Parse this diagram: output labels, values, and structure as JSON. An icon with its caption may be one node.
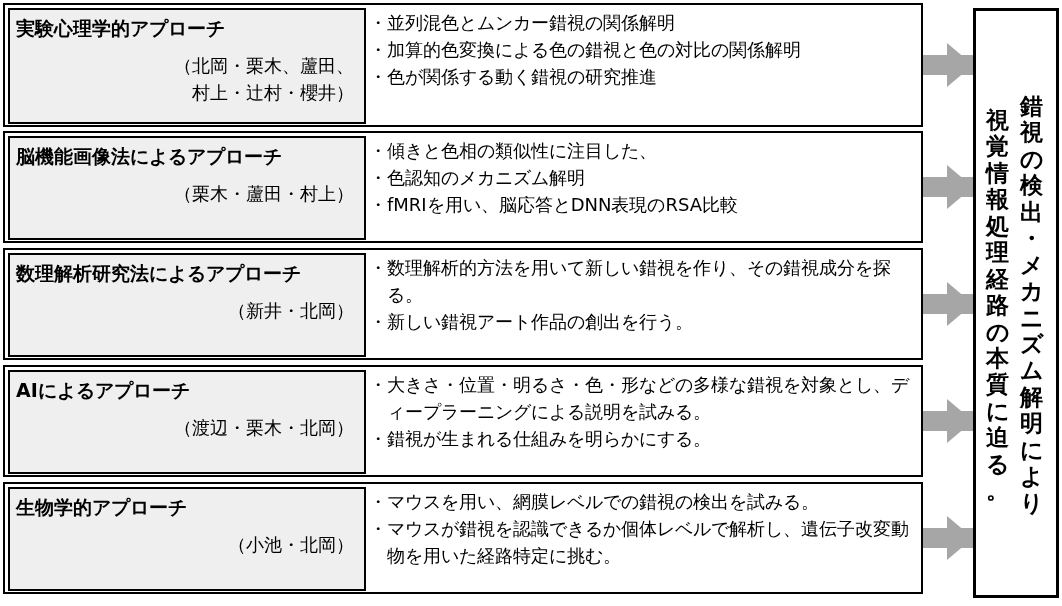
{
  "diagram": {
    "nodes": [
      {
        "text": [
          "・並列混色とムンカー錯視の関係解明",
          "・加算的色変換による色の錯視と色の対比の関係解明",
          "・色が関係する動く錯視の研究推進"
        ]
      },
      {
        "text": [
          "実験心理学的アプローチ",
          "（北岡・栗木、蘆田、村上・辻村・櫻井）"
        ],
        "in": 0
      },
      {
        "text": [
          "・傾きと色相の類似性に注目した、",
          "・色認知のメカニズム解明",
          "・fMRIを用い、脳応答とDNN表現のRSA比較"
        ]
      },
      {
        "text": [
          "脳機能画像法によるアプローチ",
          "（栗木・蘆田・村上）"
        ],
        "in": 2
      },
      {
        "text": [
          "・数理解析的方法を用いて新しい錯視を作り、その錯視成分を探る。",
          "・新しい錯視アート作品の創出を行う。"
        ]
      },
      {
        "text": [
          "数理解析研究法によるアプローチ",
          "（新井・北岡）"
        ],
        "in": 4
      },
      {
        "text": [
          "・大きさ・位置・明るさ・色・形などの多様な錯視を対象とし、ディープラーニングによる説明を試みる。",
          "・錯視が生まれる仕組みを明らかにする。"
        ]
      },
      {
        "text": [
          "AIによるアプローチ",
          "（渡辺・栗木・北岡）"
        ],
        "in": 6
      },
      {
        "text": [
          "・マウスを用い、網膜レベルでの錯視の検出を試みる。",
          "・マウスが錯視を認識できるか個体レベルで解析し、遺伝子改変動物を用いた経路特定に挑む。"
        ]
      },
      {
        "text": [
          "生物学的アプローチ",
          "（小池・北岡）"
        ],
        "in": 8
      },
      {
        "text": [
          "錯視の検出・メカニズム解明により視覚情報処理経路の本質に迫る。"
        ]
      }
    ],
    "edges": [
      {
        "from": 0,
        "to": 10,
        "arrow": "to"
      },
      {
        "from": 2,
        "to": 10,
        "arrow": "to"
      },
      {
        "from": 4,
        "to": 10,
        "arrow": "to"
      },
      {
        "from": 6,
        "to": 10,
        "arrow": "to"
      },
      {
        "from": 8,
        "to": 10,
        "arrow": "to"
      }
    ]
  }
}
